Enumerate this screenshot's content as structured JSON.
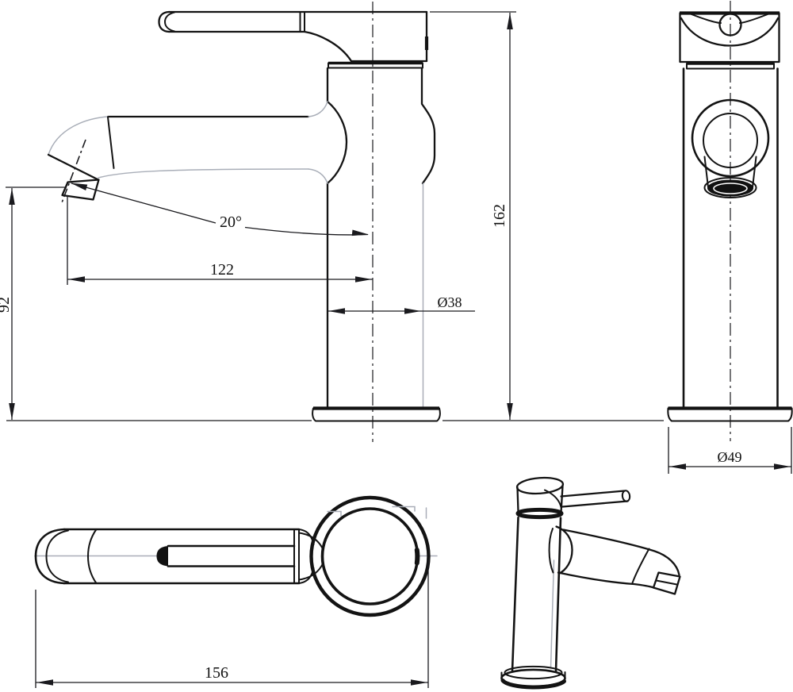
{
  "drawing": {
    "type": "technical-drawing",
    "subject": "single-lever basin mixer tap, four orthographic/perspective views",
    "colors": {
      "line": "#131313",
      "tangent_edge": "#a9aeb8",
      "background": "#ffffff"
    },
    "views": {
      "side": "side elevation with spout",
      "front": "front elevation with aerator",
      "top": "plan view of lever and body",
      "perspective": "isometric pictorial view"
    },
    "dimensions": {
      "spout_angle": {
        "label": "20°"
      },
      "spout_reach": {
        "label": "122"
      },
      "spout_outlet_height": {
        "label": "92"
      },
      "overall_height": {
        "label": "162"
      },
      "body_diameter": {
        "label": "Ø38"
      },
      "base_diameter": {
        "label": "Ø49"
      },
      "overall_length": {
        "label": "156"
      }
    }
  }
}
